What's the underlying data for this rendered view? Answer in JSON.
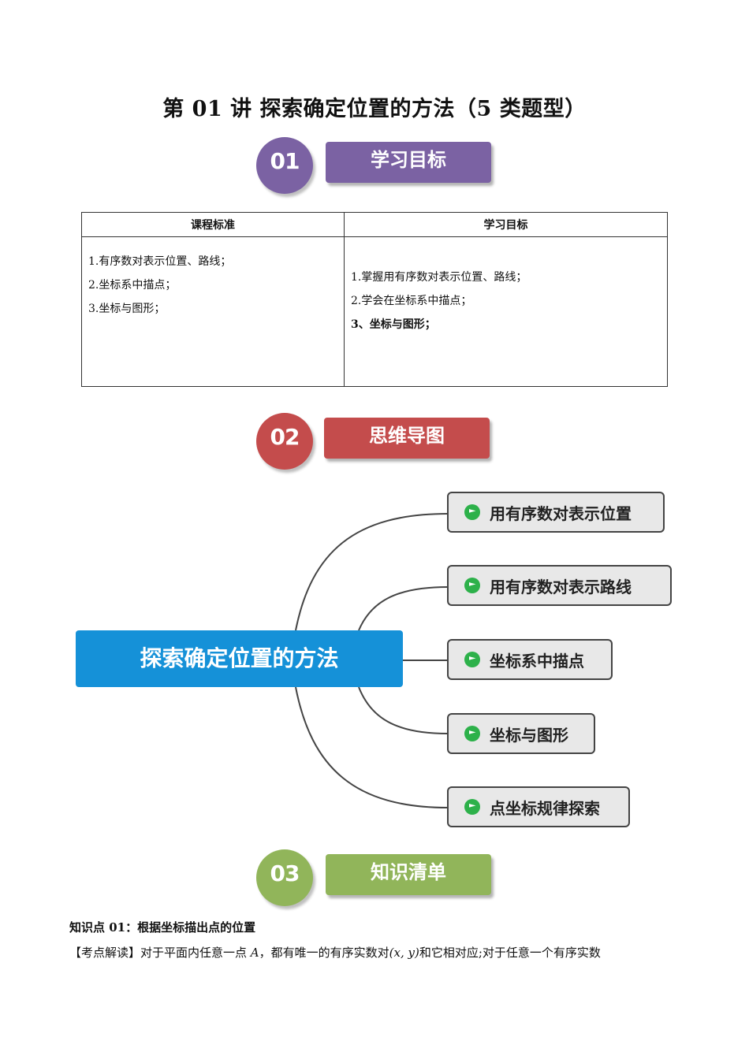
{
  "title": "第 01 讲  探索确定位置的方法（5 类题型）",
  "sections": [
    {
      "num": "01",
      "label": "学习目标",
      "color": "#7b62a3"
    },
    {
      "num": "02",
      "label": "思维导图",
      "color": "#c44c4c"
    },
    {
      "num": "03",
      "label": "知识清单",
      "color": "#91b55a"
    }
  ],
  "table": {
    "headers": [
      "课程标准",
      "学习目标"
    ],
    "col1": [
      "1.有序数对表示位置、路线；",
      "2.坐标系中描点；",
      "3.坐标与图形；"
    ],
    "col2": [
      "1.掌握用有序数对表示位置、路线；",
      "2.学会在坐标系中描点；",
      "3、坐标与图形；"
    ]
  },
  "mindmap": {
    "root": "探索确定位置的方法",
    "root_color": "#1591d8",
    "nodes": [
      "用有序数对表示位置",
      "用有序数对表示路线",
      "坐标系中描点",
      "坐标与图形",
      "点坐标规律探索"
    ]
  },
  "knowledge": {
    "title": "知识点 01：根据坐标描出点的位置",
    "text_a": "【考点解读】对于平面内任意一点 ",
    "var_a": "A",
    "text_b": "，都有唯一的有序实数对",
    "pair": "(x, y)",
    "text_c": "和它相对应;对于任意一个有序实数"
  }
}
